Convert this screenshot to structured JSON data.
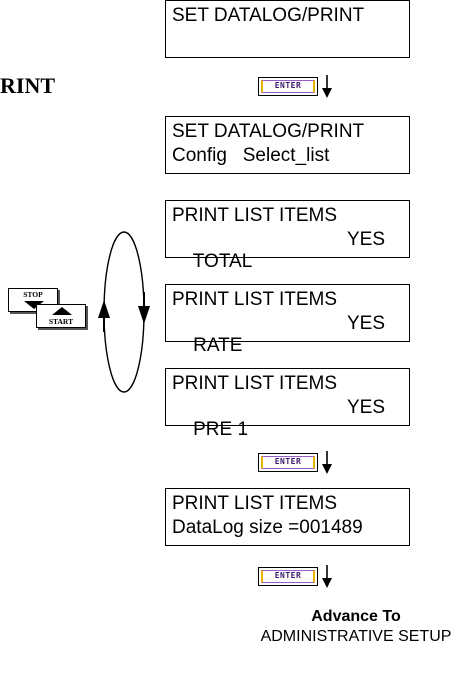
{
  "side_label": "RINT",
  "screens": [
    {
      "line1": "SET DATALOG/PRINT",
      "line2": "",
      "line2_value": ""
    },
    {
      "line1": "SET DATALOG/PRINT",
      "line2": "Config   Select_list",
      "line2_value": ""
    },
    {
      "line1": "PRINT LIST ITEMS",
      "line2": "TOTAL",
      "line2_value": "YES"
    },
    {
      "line1": "PRINT LIST ITEMS",
      "line2": "RATE",
      "line2_value": "YES"
    },
    {
      "line1": "PRINT LIST ITEMS",
      "line2": "PRE 1",
      "line2_value": "YES"
    },
    {
      "line1": "PRINT LIST ITEMS",
      "line2": "DataLog size =001489",
      "line2_value": ""
    }
  ],
  "enter_key_label": "ENTER",
  "stop_key_label": "STOP",
  "start_key_label": "START",
  "advance_title": "Advance To",
  "advance_target": "ADMINISTRATIVE SETUP",
  "colors": {
    "enter_frame_yellow": "#e8b400",
    "enter_frame_purple": "#9a5cc8"
  },
  "icons": [
    "enter-key-icon",
    "down-arrow-icon",
    "stop-key-icon",
    "start-key-icon",
    "scroll-loop-icon"
  ]
}
